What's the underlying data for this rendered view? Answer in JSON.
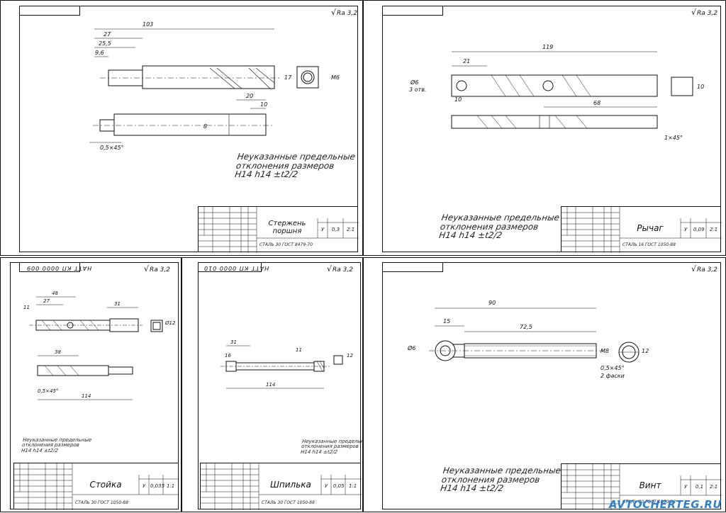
{
  "sheets": {
    "a": {
      "roughness": "Ra 3,2",
      "note": [
        "Неуказанные предельные",
        "отклонения размеров",
        "H14  h14  ±t2/2"
      ],
      "part_name": [
        "Стержень",
        "поршня"
      ],
      "material": "СТАЛЬ 30 ГОСТ 8479-70",
      "litera": "У",
      "mass": "0,3",
      "scale": "2:1",
      "dims": {
        "d1": "103",
        "d2": "27",
        "d3": "25,5",
        "d4": "9,6",
        "d5": "20",
        "d6": "10",
        "d7": "M6",
        "d8": "17",
        "d9": "0,5×45°",
        "d10": "8"
      }
    },
    "b": {
      "roughness": "Ra 3,2",
      "note": [
        "Неуказанные предельные",
        "отклонения размеров",
        "H14  h14  ±t2/2"
      ],
      "part_name": [
        "Рычаг"
      ],
      "material": "СТАЛЬ 16 ГОСТ 1050-88",
      "litera": "У",
      "mass": "0,09",
      "scale": "2:1",
      "dims": {
        "d1": "119",
        "d2": "21",
        "d3": "68",
        "d4": "10",
        "d5": "Ø6",
        "d6": "3 отв.",
        "d7": "1×45°",
        "d8": "10"
      }
    },
    "c": {
      "roughness": "Ra 3,2",
      "topcode": "НАТТ КП 0000 009",
      "note": [
        "Неуказанные предельные",
        "отклонения размеров",
        "H14  h14  ±t2/2"
      ],
      "part_name": [
        "Стойка"
      ],
      "material": "СТАЛЬ 30 ГОСТ 1050-88",
      "litera": "У",
      "mass": "0,035",
      "scale": "1:1",
      "dims": {
        "d1": "48",
        "d2": "27",
        "d3": "31",
        "d4": "11",
        "d5": "38",
        "d6": "0,5×45°",
        "d7": "114",
        "d8": "Ø12"
      }
    },
    "d": {
      "roughness": "Ra 3,2",
      "topcode": "НАТТ КП 0000 010",
      "note": [
        "Неуказанные предельные",
        "отклонения размеров",
        "H14  h14  ±t2/2"
      ],
      "part_name": [
        "Шпилька"
      ],
      "material": "СТАЛЬ 30 ГОСТ 1050-88",
      "litera": "У",
      "mass": "0,05",
      "scale": "1:1",
      "dims": {
        "d1": "31",
        "d2": "16",
        "d3": "11",
        "d4": "114",
        "d5": "12"
      }
    },
    "e": {
      "roughness": "Ra 3,2",
      "note": [
        "Неуказанные предельные",
        "отклонения размеров",
        "H14  h14  ±t2/2"
      ],
      "part_name": [
        "Винт"
      ],
      "material": "СТАЛЬ 30 ГОСТ 1050-88",
      "litera": "У",
      "mass": "0,1",
      "scale": "2:1",
      "dims": {
        "d1": "90",
        "d2": "15",
        "d3": "72,5",
        "d4": "M8",
        "d5": "0,5×45°",
        "d6": "2 фаски",
        "d7": "Ø6",
        "d8": "12"
      }
    }
  },
  "watermark": "AVTOCHERTEG.RU"
}
